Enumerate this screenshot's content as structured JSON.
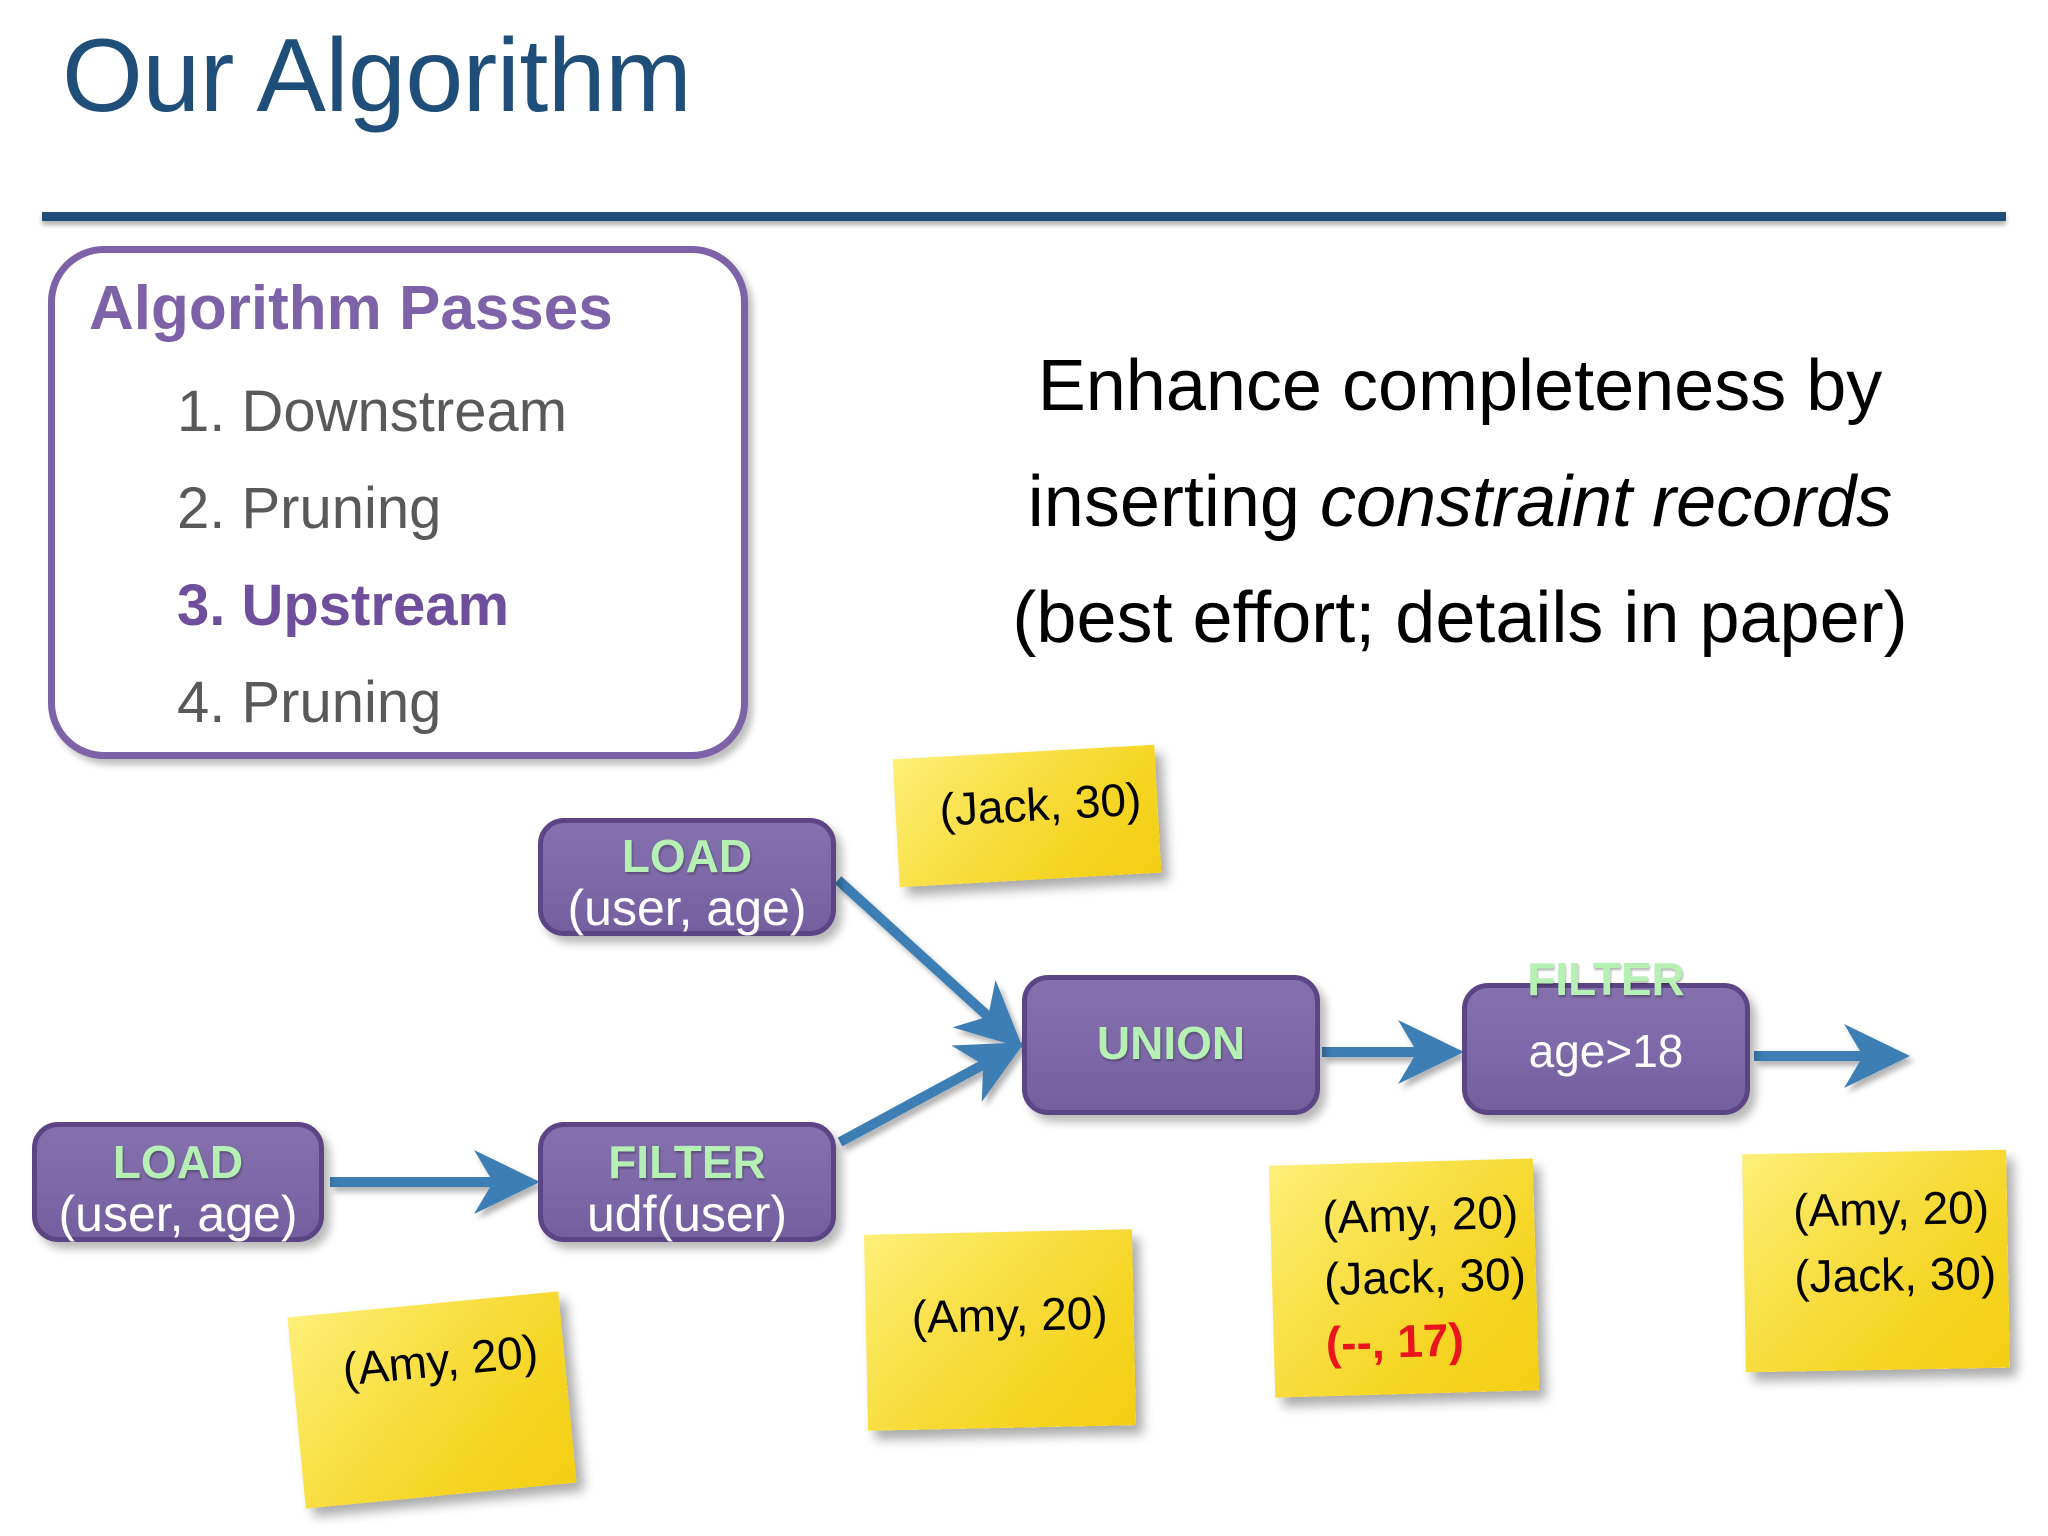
{
  "slide": {
    "title": "Our Algorithm"
  },
  "passes_panel": {
    "heading": "Algorithm Passes",
    "accent_color": "#7e62a8",
    "items": [
      {
        "label": "1. Downstream",
        "active": false
      },
      {
        "label": "2. Pruning",
        "active": false
      },
      {
        "label": "3. Upstream",
        "active": true
      },
      {
        "label": "4. Pruning",
        "active": false
      }
    ]
  },
  "statement": {
    "line1": "Enhance completeness by",
    "line2_prefix": "inserting ",
    "line2_italic": "constraint records",
    "line3": "(best effort; details in paper)"
  },
  "diagram": {
    "node_fill": "#7d69a7",
    "node_border": "#5c4585",
    "op_color": "#b6f0b4",
    "arg_color": "#ffffff",
    "arrow_color": "#3d7fb5",
    "nodes": [
      {
        "id": "load-top",
        "op": "LOAD",
        "arg": "(user, age)"
      },
      {
        "id": "load-bottom",
        "op": "LOAD",
        "arg": "(user, age)"
      },
      {
        "id": "filter-udf",
        "op": "FILTER",
        "arg": "udf(user)"
      },
      {
        "id": "union",
        "op": "UNION",
        "arg": ""
      },
      {
        "id": "filter-age",
        "op": "FILTER",
        "arg": "age>18"
      }
    ]
  },
  "sticky_notes": [
    {
      "id": "jack",
      "lines": [
        {
          "text": "(Jack, 30)",
          "color": "black"
        }
      ]
    },
    {
      "id": "amy-1",
      "lines": [
        {
          "text": "(Amy, 20)",
          "color": "black"
        }
      ]
    },
    {
      "id": "amy-2",
      "lines": [
        {
          "text": "(Amy, 20)",
          "color": "black"
        }
      ]
    },
    {
      "id": "amy-jack-17",
      "lines": [
        {
          "text": "(Amy, 20)",
          "color": "black"
        },
        {
          "text": "(Jack, 30)",
          "color": "black"
        },
        {
          "text": "(--, 17)",
          "color": "red"
        }
      ]
    },
    {
      "id": "amy-jack",
      "lines": [
        {
          "text": "(Amy, 20)",
          "color": "black"
        },
        {
          "text": "(Jack, 30)",
          "color": "black"
        }
      ]
    }
  ]
}
